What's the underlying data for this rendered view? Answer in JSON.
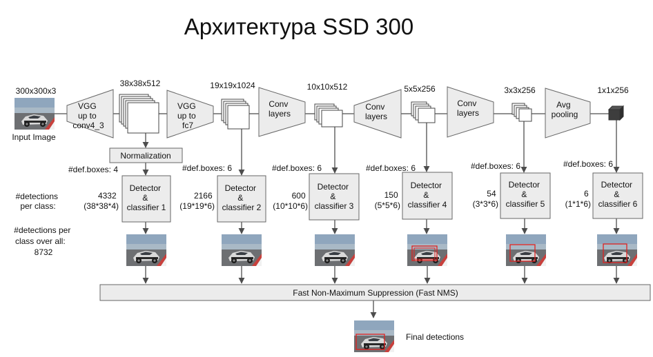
{
  "title": "Архитектура SSD 300",
  "input": {
    "size": "300x300x3",
    "label": "Input Image"
  },
  "stages": [
    {
      "label": [
        "VGG",
        "up to",
        "conv4_3"
      ],
      "out_size": "38x38x512"
    },
    {
      "label": [
        "VGG",
        "up to",
        "fc7"
      ],
      "out_size": "19x19x1024"
    },
    {
      "label": [
        "Conv",
        "layers"
      ],
      "out_size": "10x10x512"
    },
    {
      "label": [
        "Conv",
        "layers"
      ],
      "out_size": "5x5x256"
    },
    {
      "label": [
        "Conv",
        "layers"
      ],
      "out_size": "3x3x256"
    },
    {
      "label": [
        "Avg",
        "pooling"
      ],
      "out_size": "1x1x256"
    }
  ],
  "normalization_label": "Normalization",
  "detectors": [
    {
      "def_boxes": "#def.boxes: 4",
      "label": [
        "Detector",
        "&",
        "classifier 1"
      ],
      "count": "4332",
      "formula": "(38*38*4)"
    },
    {
      "def_boxes": "#def.boxes: 6",
      "label": [
        "Detector",
        "&",
        "classifier 2"
      ],
      "count": "2166",
      "formula": "(19*19*6)"
    },
    {
      "def_boxes": "#def.boxes: 6",
      "label": [
        "Detector",
        "&",
        "classifier 3"
      ],
      "count": "600",
      "formula": "(10*10*6)"
    },
    {
      "def_boxes": "#def.boxes: 6",
      "label": [
        "Detector",
        "&",
        "classifier 4"
      ],
      "count": "150",
      "formula": "(5*5*6)"
    },
    {
      "def_boxes": "#def.boxes: 6",
      "label": [
        "Detector",
        "&",
        "classifier 5"
      ],
      "count": "54",
      "formula": "(3*3*6)"
    },
    {
      "def_boxes": "#def.boxes: 6",
      "label": [
        "Detector",
        "&",
        "classifier 6"
      ],
      "count": "6",
      "formula": "(1*1*6)"
    }
  ],
  "detections_per_class_label": [
    "#detections",
    "per class:"
  ],
  "detections_overall_label": [
    "#detections per",
    "class over all:",
    "8732"
  ],
  "nms_label": "Fast Non-Maximum  Suppression (Fast NMS)",
  "final_label": "Final detections",
  "colors": {
    "box_fill": "#ececec",
    "stroke": "#666666",
    "arrow": "#4d4d4d",
    "detection_box": "#e0201e"
  }
}
